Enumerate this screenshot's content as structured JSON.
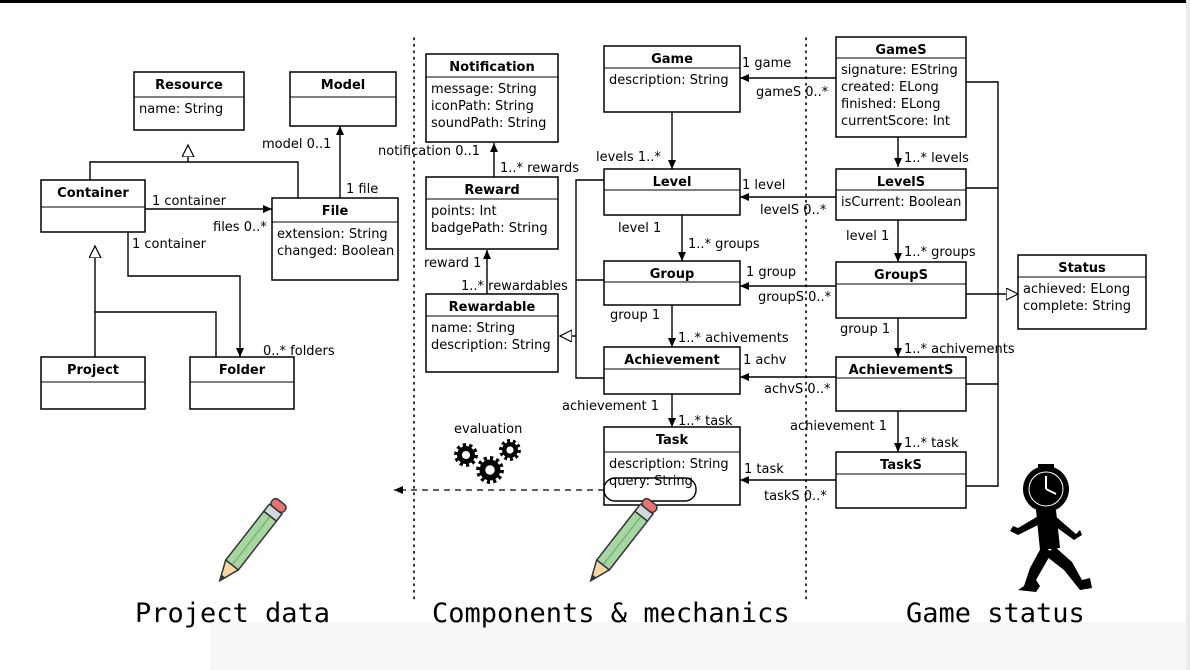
{
  "classes": {
    "resource": {
      "title": "Resource",
      "attrs": [
        "name: String"
      ]
    },
    "model": {
      "title": "Model",
      "attrs": []
    },
    "container": {
      "title": "Container",
      "attrs": []
    },
    "file": {
      "title": "File",
      "attrs": [
        "extension: String",
        "changed: Boolean"
      ]
    },
    "project": {
      "title": "Project",
      "attrs": []
    },
    "folder": {
      "title": "Folder",
      "attrs": []
    },
    "notification": {
      "title": "Notification",
      "attrs": [
        "message: String",
        "iconPath: String",
        "soundPath: String"
      ]
    },
    "reward": {
      "title": "Reward",
      "attrs": [
        "points: Int",
        "badgePath: String"
      ]
    },
    "rewardable": {
      "title": "Rewardable",
      "attrs": [
        "name: String",
        "description: String"
      ]
    },
    "game": {
      "title": "Game",
      "attrs": [
        "description: String"
      ]
    },
    "level": {
      "title": "Level",
      "attrs": []
    },
    "group": {
      "title": "Group",
      "attrs": []
    },
    "achievement": {
      "title": "Achievement",
      "attrs": []
    },
    "task": {
      "title": "Task",
      "attrs": [
        "description: String",
        "query: String"
      ]
    },
    "games": {
      "title": "GameS",
      "attrs": [
        "signature: EString",
        "created: ELong",
        "finished: ELong",
        "currentScore: Int"
      ]
    },
    "levels": {
      "title": "LevelS",
      "attrs": [
        "isCurrent: Boolean"
      ]
    },
    "groups": {
      "title": "GroupS",
      "attrs": []
    },
    "achievements": {
      "title": "AchievementS",
      "attrs": []
    },
    "tasks": {
      "title": "TaskS",
      "attrs": []
    },
    "status": {
      "title": "Status",
      "attrs": [
        "achieved: ELong",
        "complete: String"
      ]
    }
  },
  "labels": {
    "model_01": "model 0..1",
    "one_file": "1 file",
    "one_container_top": "1 container",
    "files_0n": "files 0..*",
    "one_container_bottom": "1 container",
    "folders_0n": "0..* folders",
    "notification_01": "notification 0..1",
    "rewards_1n": "1..* rewards",
    "reward_1": "reward 1",
    "rewardables_1n": "1..* rewardables",
    "levels_1n": "levels 1..*",
    "level_1": "level 1",
    "groups_1n": "1..* groups",
    "group_1": "group 1",
    "achivements_1n": "1..* achivements",
    "achievement_1": "achievement 1",
    "task_1n": "1..* task",
    "evaluation": "evaluation",
    "one_game": "1 game",
    "gameS_0n": "gameS 0..*",
    "one_level": "1 level",
    "levelS_0n": "levelS 0..*",
    "one_group": "1 group",
    "groupS_0n": "groupS 0..*",
    "one_achv": "1 achv",
    "achvS_0n": "achvS 0..*",
    "one_task": "1 task",
    "taskS_0n": "taskS 0..*",
    "s_levels_1n": "1..* levels",
    "s_level_1": "level 1",
    "s_groups_1n": "1..* groups",
    "s_group_1": "group 1",
    "s_achivements_1n": "1..* achivements",
    "s_achievement_1": "achievement 1",
    "s_task_1n": "1..* task"
  },
  "captions": {
    "project_data": "Project data",
    "components": "Components & mechanics",
    "game_status": "Game status"
  },
  "icons": [
    "pencil-icon",
    "gears-icon",
    "running-clock-man-icon"
  ]
}
